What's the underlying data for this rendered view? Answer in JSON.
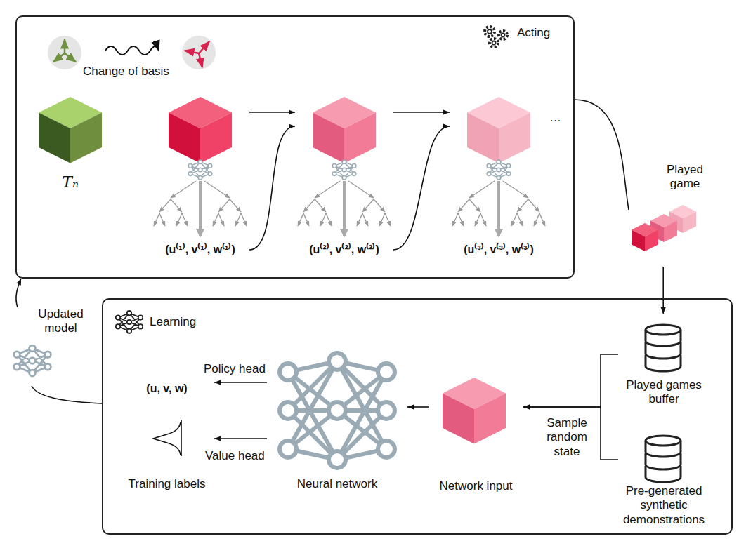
{
  "diagram": {
    "nodes": [
      {
        "text": [
          "Acting"
        ]
      },
      {
        "text": [
          "Tₙ"
        ],
        "in": 0
      },
      {
        "text": [
          "(u⁽¹⁾, v⁽¹⁾, w⁽¹⁾)"
        ],
        "in": 0
      },
      {
        "text": [
          "(u⁽²⁾, v⁽²⁾, w⁽²⁾)"
        ],
        "in": 0
      },
      {
        "text": [
          "(u⁽³⁾, v⁽³⁾, w⁽³⁾)"
        ],
        "in": 0
      },
      {
        "text": [
          "Played game"
        ]
      },
      {
        "text": [
          "Learning"
        ]
      },
      {
        "text": [
          "Played games buffer"
        ],
        "in": 6
      },
      {
        "text": [
          "Pre-generated synthetic demonstrations"
        ],
        "in": 6
      },
      {
        "text": [
          "Network input"
        ],
        "in": 6
      },
      {
        "text": [
          "Neural network"
        ],
        "in": 6
      },
      {
        "text": [
          "(u, v, w)",
          "Training labels"
        ],
        "in": 6
      },
      {
        "text": [
          "Updated model"
        ]
      }
    ],
    "edges": [
      {
        "from": 2,
        "to": 3,
        "arrow": "to"
      },
      {
        "from": 3,
        "to": 4,
        "arrow": "to"
      },
      {
        "from": 2,
        "to": 3,
        "arrow": "to"
      },
      {
        "from": 3,
        "to": 4,
        "arrow": "to"
      },
      {
        "from": 0,
        "to": 5,
        "arrow": "none"
      },
      {
        "from": 5,
        "to": 7,
        "arrow": "to"
      },
      {
        "from": 7,
        "to": 9,
        "label": "Sample random state",
        "arrow": "to"
      },
      {
        "from": 8,
        "to": 9,
        "arrow": "to"
      },
      {
        "from": 9,
        "to": 10,
        "arrow": "to"
      },
      {
        "from": 10,
        "to": 11,
        "label": "Policy head",
        "arrow": "to"
      },
      {
        "from": 10,
        "to": 11,
        "label": "Value head",
        "arrow": "to"
      },
      {
        "from": 6,
        "to": 12,
        "arrow": "none"
      },
      {
        "from": 12,
        "to": 0,
        "arrow": "to"
      }
    ],
    "labels": [
      "Change of basis",
      "…"
    ]
  }
}
